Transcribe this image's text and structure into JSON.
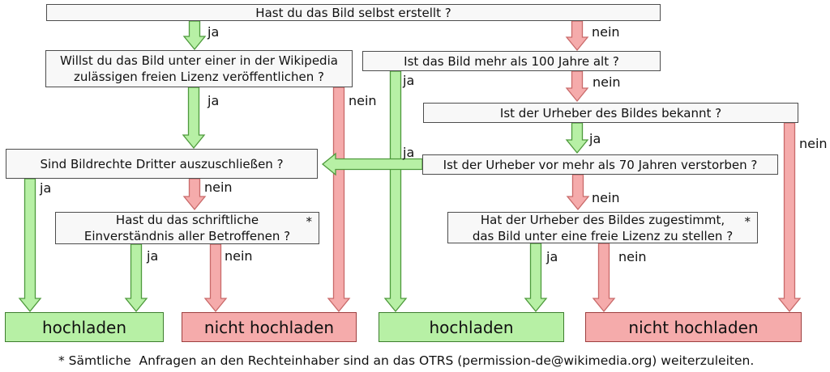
{
  "flowchart": {
    "questions": {
      "q1": {
        "text": "Hast du das Bild selbst erstellt ?"
      },
      "q2": {
        "line1": "Willst du das Bild unter einer in der Wikipedia",
        "line2": "zulässigen freien Lizenz veröffentlichen ?"
      },
      "q3": {
        "text": "Ist das Bild mehr als 100 Jahre alt ?"
      },
      "q4": {
        "text": "Ist der Urheber des Bildes bekannt ?"
      },
      "q5": {
        "text": "Ist der Urheber vor mehr als 70 Jahren verstorben ?"
      },
      "q6": {
        "text": "Sind Bildrechte Dritter auszuschließen ?"
      },
      "q7": {
        "line1": "Hast du das schriftliche",
        "line2": "Einverständnis aller Betroffenen ?",
        "footnote_marker": "*"
      },
      "q8": {
        "line1": "Hat der Urheber des Bildes zugestimmt,",
        "line2": "das Bild unter eine freie Lizenz zu stellen ?",
        "footnote_marker": "*"
      }
    },
    "results": {
      "r1": {
        "text": "hochladen"
      },
      "r2": {
        "text": "nicht hochladen"
      },
      "r3": {
        "text": "hochladen"
      },
      "r4": {
        "text": "nicht hochladen"
      }
    },
    "labels": {
      "l1": "ja",
      "l2": "nein",
      "l3": "ja",
      "l4": "nein",
      "l5": "nein",
      "l6": "ja",
      "l7": "ja",
      "l8": "nein",
      "l9": "nein",
      "l10": "ja",
      "l11": "ja",
      "l12": "nein",
      "l13": "ja",
      "l14": "nein",
      "l15": "ja",
      "l16": "nein"
    },
    "footnote": "* Sämtliche  Anfragen an den Rechteinhaber sind an das OTRS (permission-de@wikimedia.org) weiterzuleiten.",
    "colors": {
      "yes_arrow_fill": "#b7f0a5",
      "yes_arrow_border": "#4e9a3c",
      "no_arrow_fill": "#f5abab",
      "no_arrow_border": "#c96a6a",
      "upload_box_fill": "#b7f0a5",
      "upload_box_border": "#3d7d2e",
      "no_upload_box_fill": "#f5abab",
      "no_upload_box_border": "#9e3f3f",
      "question_box_fill": "#f8f8f8",
      "question_box_border": "#4d4d4d"
    }
  }
}
